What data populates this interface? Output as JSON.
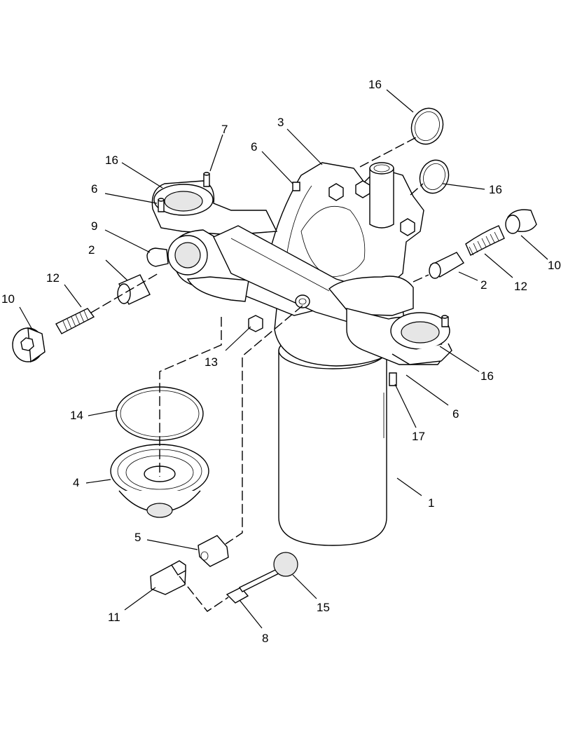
{
  "diagram": {
    "callouts": [
      {
        "id": "c-1",
        "text": "1"
      },
      {
        "id": "c-2-left",
        "text": "2"
      },
      {
        "id": "c-2-right",
        "text": "2"
      },
      {
        "id": "c-3",
        "text": "3"
      },
      {
        "id": "c-4",
        "text": "4"
      },
      {
        "id": "c-5",
        "text": "5"
      },
      {
        "id": "c-6-top",
        "text": "6"
      },
      {
        "id": "c-6-left",
        "text": "6"
      },
      {
        "id": "c-6-right",
        "text": "6"
      },
      {
        "id": "c-7",
        "text": "7"
      },
      {
        "id": "c-8",
        "text": "8"
      },
      {
        "id": "c-9",
        "text": "9"
      },
      {
        "id": "c-10-left",
        "text": "10"
      },
      {
        "id": "c-10-right",
        "text": "10"
      },
      {
        "id": "c-11",
        "text": "11"
      },
      {
        "id": "c-12-left",
        "text": "12"
      },
      {
        "id": "c-12-right",
        "text": "12"
      },
      {
        "id": "c-13",
        "text": "13"
      },
      {
        "id": "c-14",
        "text": "14"
      },
      {
        "id": "c-15",
        "text": "15"
      },
      {
        "id": "c-16-top",
        "text": "16"
      },
      {
        "id": "c-16-left",
        "text": "16"
      },
      {
        "id": "c-16-mid",
        "text": "16"
      },
      {
        "id": "c-16-right",
        "text": "16"
      },
      {
        "id": "c-17",
        "text": "17"
      }
    ]
  }
}
